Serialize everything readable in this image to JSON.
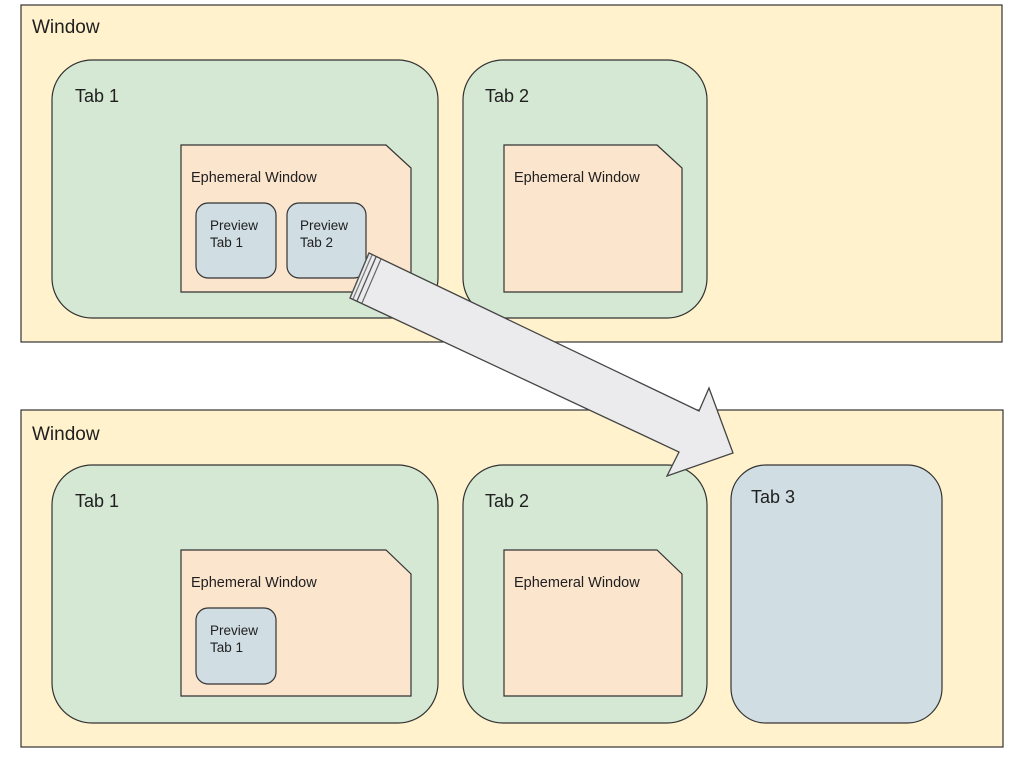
{
  "colors": {
    "window": "#fff2cc",
    "tab": "#d5e8d4",
    "ephemeral": "#fce5cd",
    "preview": "#d0dee4",
    "arrow": "#ebebeb",
    "stroke": "#333333"
  },
  "before": {
    "window_label": "Window",
    "tabs": [
      {
        "label": "Tab 1",
        "ephemeral": {
          "label": "Ephemeral Window",
          "previews": [
            {
              "line1": "Preview",
              "line2": "Tab 1"
            },
            {
              "line1": "Preview",
              "line2": "Tab 2"
            }
          ]
        }
      },
      {
        "label": "Tab 2",
        "ephemeral": {
          "label": "Ephemeral Window"
        }
      }
    ]
  },
  "after": {
    "window_label": "Window",
    "tabs": [
      {
        "label": "Tab 1",
        "ephemeral": {
          "label": "Ephemeral Window",
          "previews": [
            {
              "line1": "Preview",
              "line2": "Tab 1"
            }
          ]
        }
      },
      {
        "label": "Tab 2",
        "ephemeral": {
          "label": "Ephemeral Window"
        }
      },
      {
        "label": "Tab 3"
      }
    ]
  },
  "arrow": {
    "from": "Preview Tab 2",
    "to": "Tab 3"
  }
}
